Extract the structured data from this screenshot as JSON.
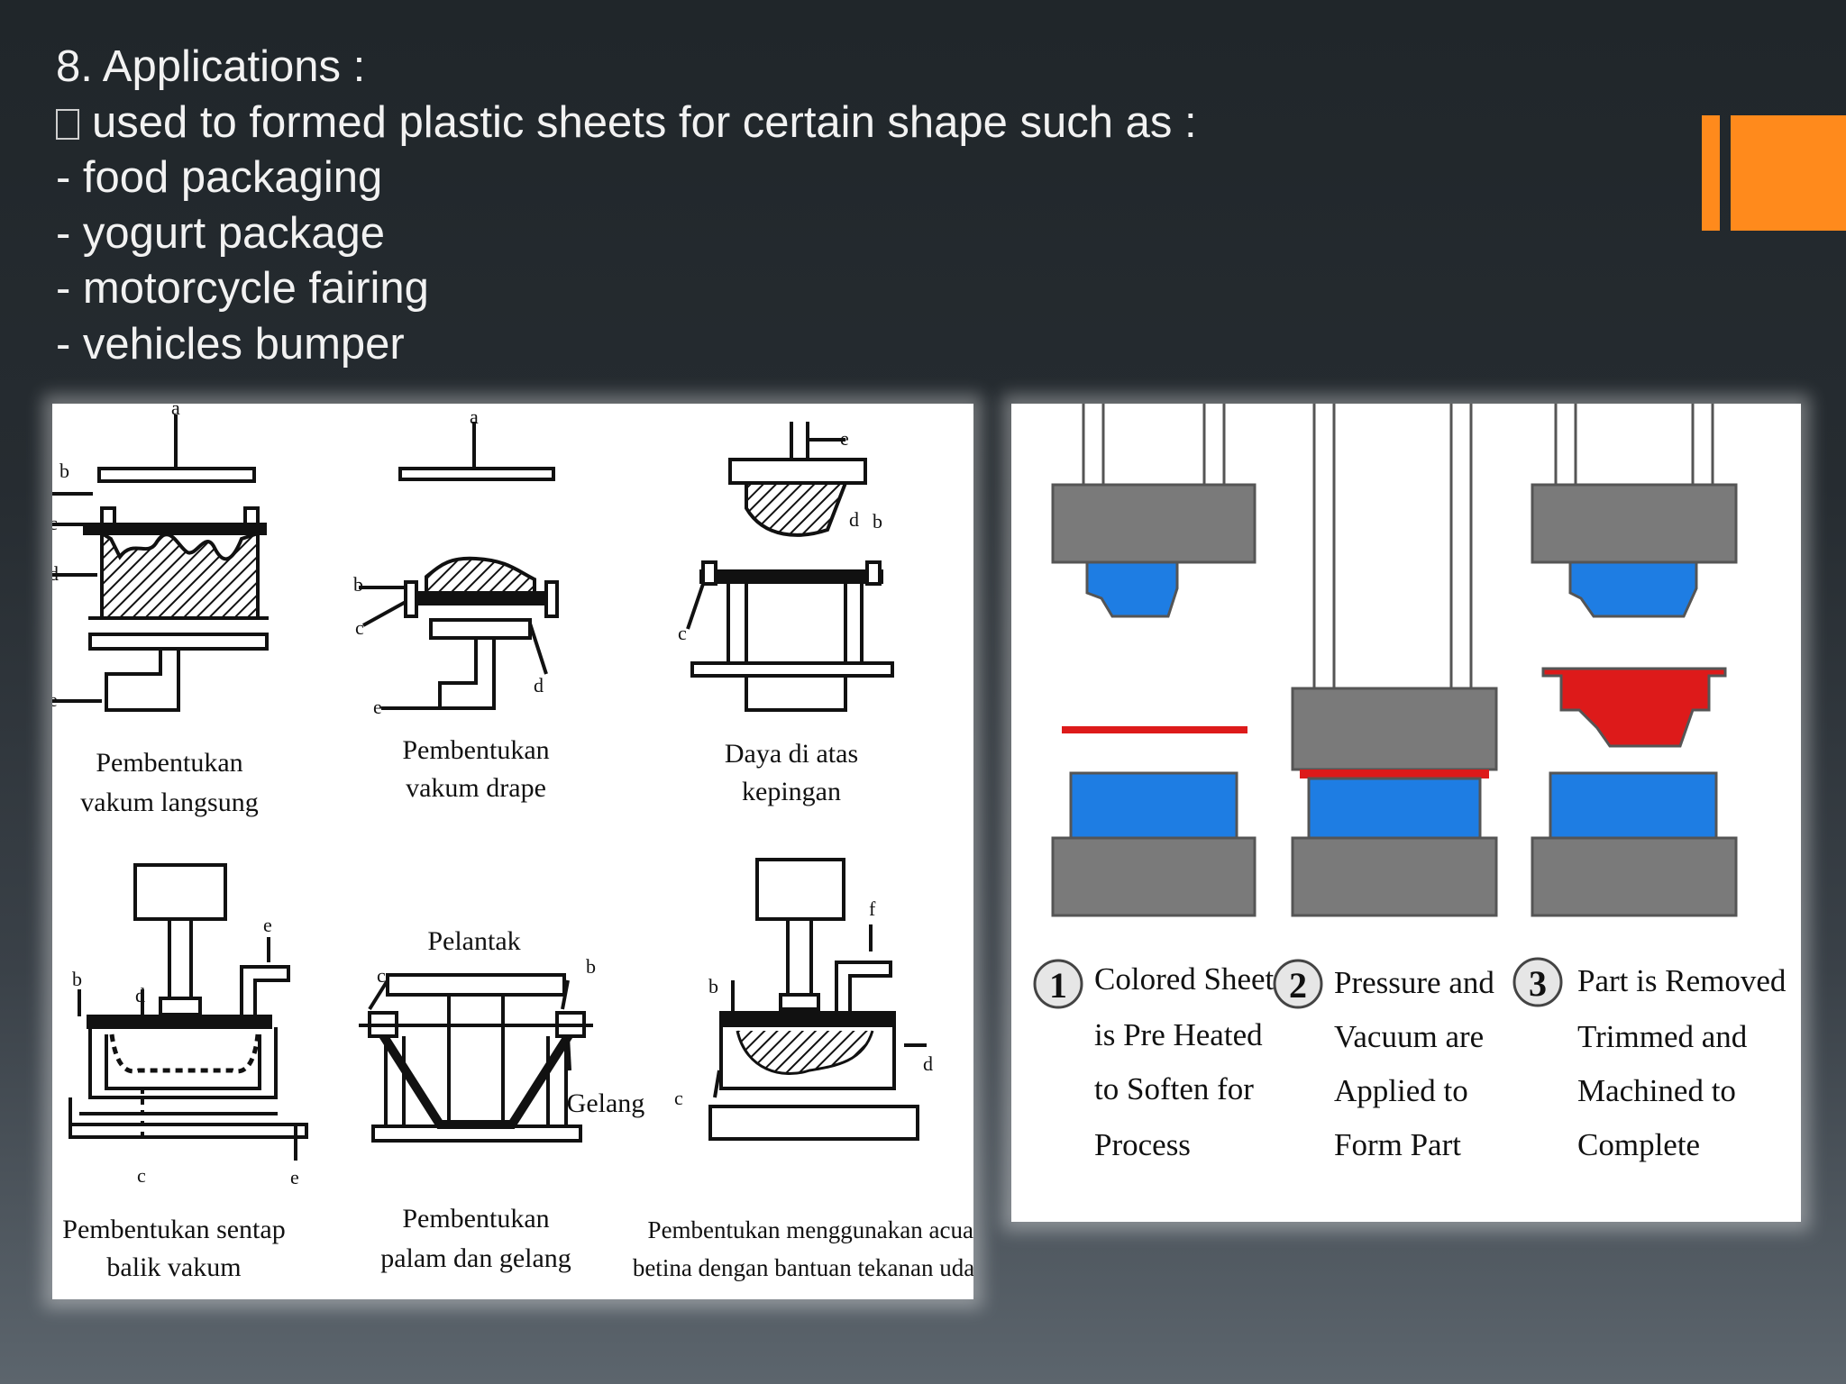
{
  "slide": {
    "title": "8. Applications :",
    "bullet": "used to formed plastic sheets for certain shape such as :",
    "items": [
      "- food packaging",
      "- yogurt package",
      "- motorcycle fairing",
      "- vehicles bumper"
    ],
    "accent_color": "#ff8a1c"
  },
  "left_figure": {
    "cells": [
      {
        "caption": [
          "Pembentukan",
          "vakum langsung"
        ],
        "letters": [
          "a",
          "b",
          "c",
          "d",
          "e"
        ]
      },
      {
        "caption": [
          "Pembentukan",
          "vakum drape"
        ],
        "letters": [
          "a",
          "b",
          "c",
          "d",
          "e"
        ]
      },
      {
        "caption": [
          "Daya di atas",
          "kepingan"
        ],
        "letters": [
          "e",
          "d",
          "b",
          "c"
        ]
      },
      {
        "caption": [
          "Pembentukan sentap",
          "balik vakum"
        ],
        "letters": [
          "e",
          "b",
          "d",
          "c",
          "e"
        ]
      },
      {
        "caption": [
          "Pembentukan",
          "palam dan gelang"
        ],
        "labels": [
          "Pelantak",
          "Gelang"
        ],
        "letters": [
          "c",
          "b"
        ]
      },
      {
        "caption": [
          "Pembentukan menggunakan acuan",
          "betina dengan bantuan tekanan udara"
        ],
        "letters": [
          "f",
          "b",
          "c",
          "d"
        ]
      }
    ]
  },
  "right_figure": {
    "steps": [
      {
        "number": "1",
        "lines": [
          "Colored Sheet",
          "is Pre Heated",
          "to Soften for",
          "Process"
        ]
      },
      {
        "number": "2",
        "lines": [
          "Pressure and",
          "Vacuum are",
          "Applied to",
          "Form Part"
        ]
      },
      {
        "number": "3",
        "lines": [
          "Part is Removed",
          "Trimmed and",
          "Machined to",
          "Complete"
        ]
      }
    ],
    "colors": {
      "mold": "#1e7de3",
      "sheet": "#dd1a1a",
      "press": "#7a7a7a"
    }
  }
}
